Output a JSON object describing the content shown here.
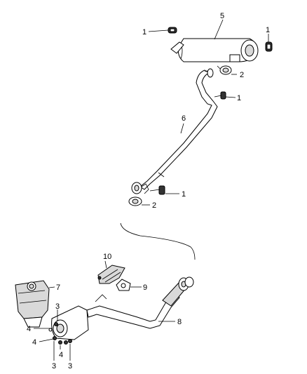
{
  "callouts": {
    "c1a": "1",
    "c5": "5",
    "c1b": "1",
    "c2a": "2",
    "c1c": "1",
    "c6": "6",
    "c1d": "1",
    "c2b": "2",
    "c10": "10",
    "c7": "7",
    "c9": "9",
    "c3a": "3",
    "c4a": "4",
    "c8": "8",
    "c4b": "4",
    "c4c": "4",
    "c3b": "3",
    "c3c": "3"
  }
}
